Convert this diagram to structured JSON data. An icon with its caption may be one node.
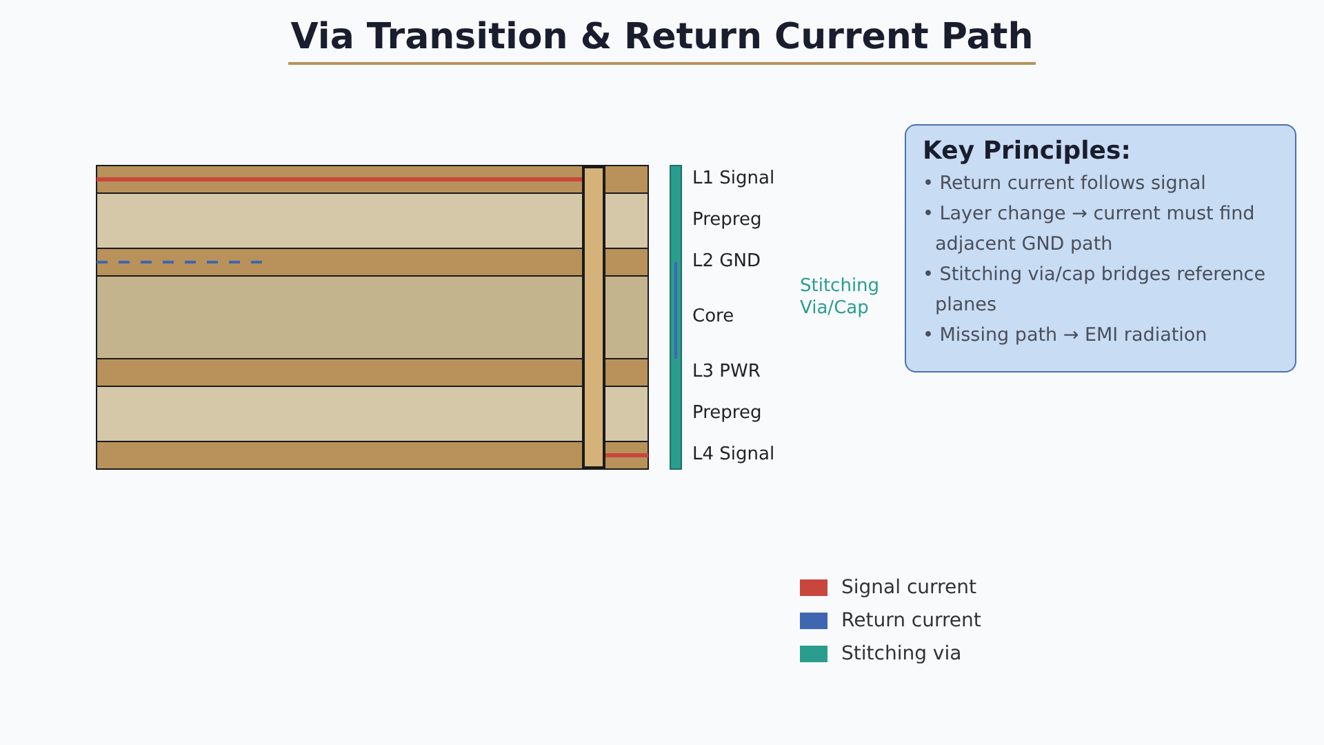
{
  "diagram": {
    "title": "Via Transition & Return Current Path",
    "nodes": [
      {
        "text": [
          "Key Principles:",
          "• Return current follows signal",
          "• Layer change → current must find adjacent GND path",
          "• Stitching via/cap bridges reference planes",
          "• Missing path → EMI radiation"
        ]
      }
    ],
    "labels": [
      "L1 Signal",
      "Prepreg",
      "L2 GND",
      "Core",
      "L3 PWR",
      "Prepreg",
      "L4 Signal",
      "Stitching Via/Cap"
    ],
    "legend": [
      {
        "text": "Signal current",
        "color": "#c9463d"
      },
      {
        "text": "Return current",
        "color": "#3f66b0"
      },
      {
        "text": "Stitching via",
        "color": "#2a9d8f"
      }
    ]
  }
}
